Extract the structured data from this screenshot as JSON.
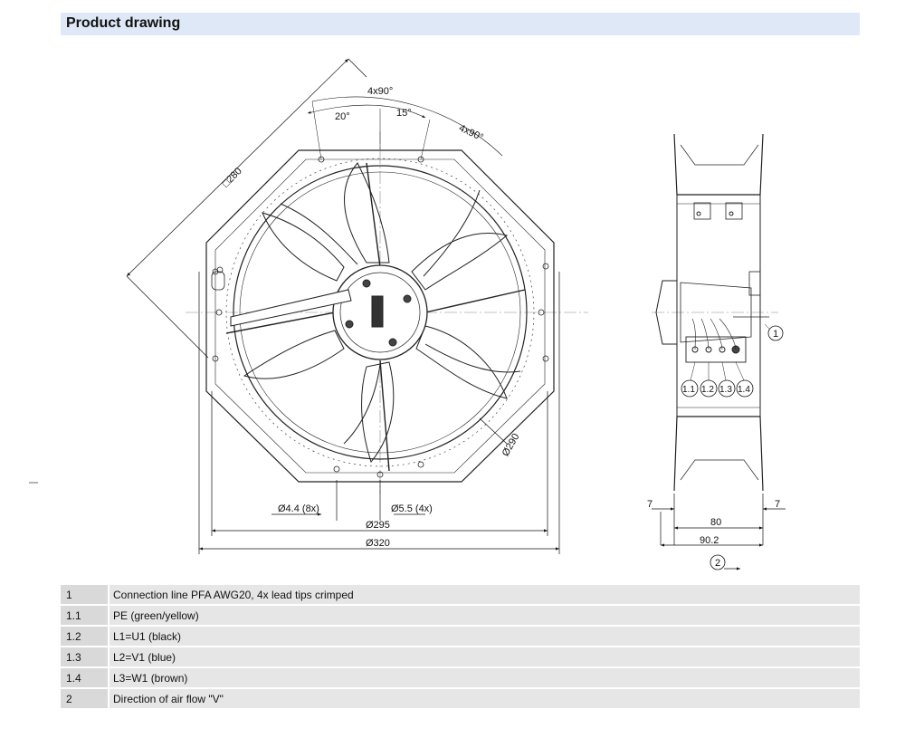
{
  "header": {
    "title": "Product drawing"
  },
  "drawing": {
    "dims": {
      "square": "□280",
      "angle_4x90_top": "4x90°",
      "angle_20": "20°",
      "angle_15": "15°",
      "angle_4x90_right": "4x90°",
      "dia_290": "Ø290",
      "hole_44": "Ø4.4 (8x)",
      "hole_55": "Ø5.5 (4x)",
      "dia_295": "Ø295",
      "dia_320": "Ø320",
      "side_7_left": "7",
      "side_7_right": "7",
      "side_80": "80",
      "side_902": "90.2"
    },
    "callouts": {
      "c1": "1",
      "c11": "1.1",
      "c12": "1.2",
      "c13": "1.3",
      "c14": "1.4",
      "c2": "2"
    }
  },
  "legend": [
    {
      "num": "1",
      "desc": "Connection line PFA AWG20, 4x lead tips crimped"
    },
    {
      "num": "1.1",
      "desc": "PE (green/yellow)"
    },
    {
      "num": "1.2",
      "desc": "L1=U1 (black)"
    },
    {
      "num": "1.3",
      "desc": "L2=V1 (blue)"
    },
    {
      "num": "1.4",
      "desc": "L3=W1 (brown)"
    },
    {
      "num": "2",
      "desc": "Direction of air flow \"V\""
    }
  ]
}
